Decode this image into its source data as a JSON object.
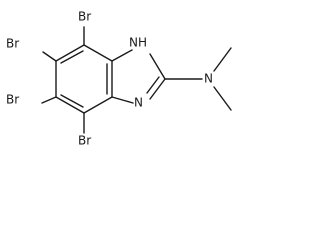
{
  "molecule": {
    "atoms": {
      "br_top": "Br",
      "br_upper_left": "Br",
      "br_lower_left": "Br",
      "br_bottom": "Br",
      "nh": "NH",
      "n_ring": "N",
      "n_amine": "N"
    }
  }
}
